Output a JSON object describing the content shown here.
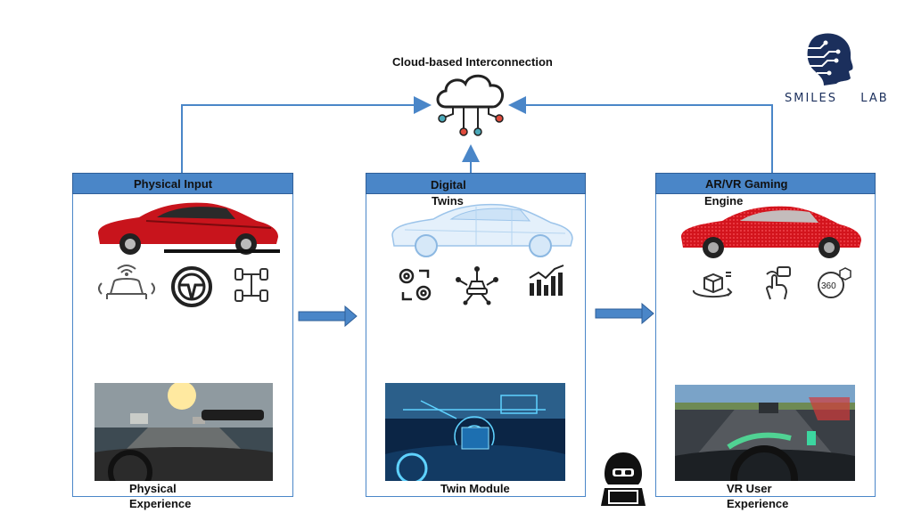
{
  "diagram": {
    "cloud": {
      "title": "Cloud-based Interconnection",
      "icon": "cloud-network-icon"
    },
    "logo": {
      "word1": "SMILES",
      "word2": "LAB",
      "icon": "brain-circuit-head-icon",
      "color": "#1b2f5c"
    },
    "panels": [
      {
        "header": "Physical Input",
        "car": "red-sedan-photo",
        "icons": [
          "car-sensor-icon",
          "steering-wheel-icon",
          "chassis-axle-icon"
        ],
        "photo": "dashboard-driving-photo",
        "caption_line1": "Physical",
        "caption_line2": "Experience"
      },
      {
        "header_line1": "Digital",
        "header_line2": "Twins",
        "car": "blue-wireframe-car",
        "icons": [
          "gear-sync-icon",
          "connected-car-icon",
          "bar-chart-icon"
        ],
        "photo": "futuristic-cockpit-photo",
        "caption": "Twin Module"
      },
      {
        "header_line1": "AR/VR Gaming",
        "header_line2": "Engine",
        "car": "pixelated-red-car",
        "icons": [
          "3d-rotate-icon",
          "touch-hand-icon",
          "360-view-icon"
        ],
        "photo": "ar-hud-driving-photo",
        "caption_line1": "VR User",
        "caption_line2": "Experience"
      }
    ],
    "attacker_icon": "hacker-icon",
    "colors": {
      "accent": "#4a86c8",
      "arrow": "#4a86c8",
      "border": "#4a86c8"
    }
  }
}
